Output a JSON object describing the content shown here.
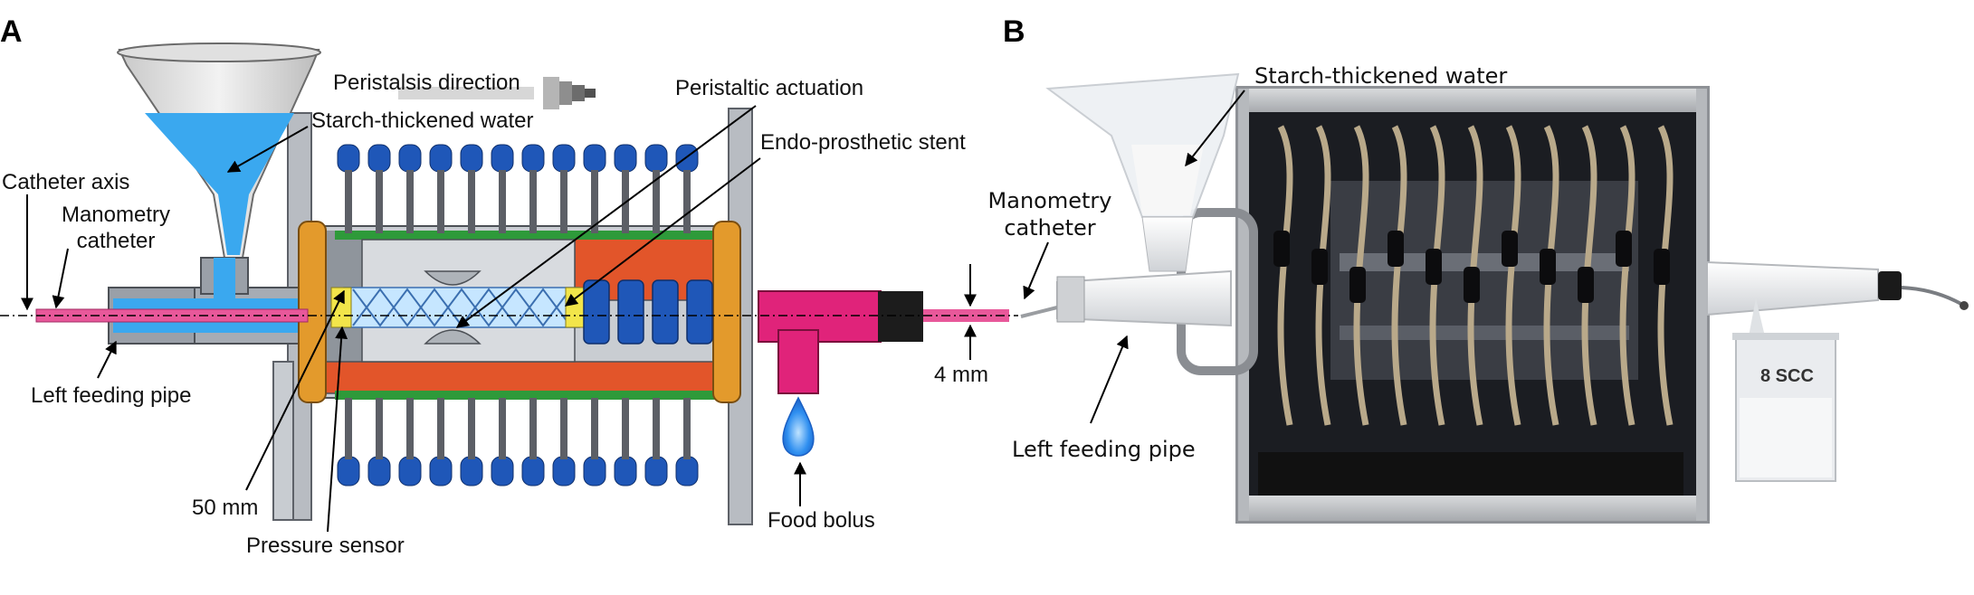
{
  "panels": {
    "a": "A",
    "b": "B"
  },
  "labels_a": {
    "peristalsis_direction": "Peristalsis direction",
    "peristaltic_actuation": "Peristaltic actuation",
    "starch_water": "Starch-thickened water",
    "endo_stent": "Endo-prosthetic stent",
    "catheter_axis": "Catheter axis",
    "manometry_line1": "Manometry",
    "manometry_line2": "catheter",
    "left_feeding_pipe": "Left feeding pipe",
    "dim_50mm": "50 mm",
    "pressure_sensor": "Pressure sensor",
    "food_bolus": "Food bolus",
    "dim_4mm": "4 mm"
  },
  "labels_b": {
    "starch_water": "Starch-thickened water",
    "manometry_line1": "Manometry",
    "manometry_line2": "catheter",
    "left_feeding_pipe": "Left feeding pipe",
    "beaker_marking": "8 SCC"
  },
  "colors": {
    "liquid_blue": "#3aa8ef",
    "actuator_blue": "#1f57b8",
    "chamber_orange": "#e2552a",
    "frame_orange": "#e39a2c",
    "seal_green": "#2e9a3a",
    "outlet_magenta": "#e0237a",
    "catheter_pink": "#e8589a",
    "housing_grey": "#9aa0a8",
    "photo_dark": "#1b1d22"
  }
}
